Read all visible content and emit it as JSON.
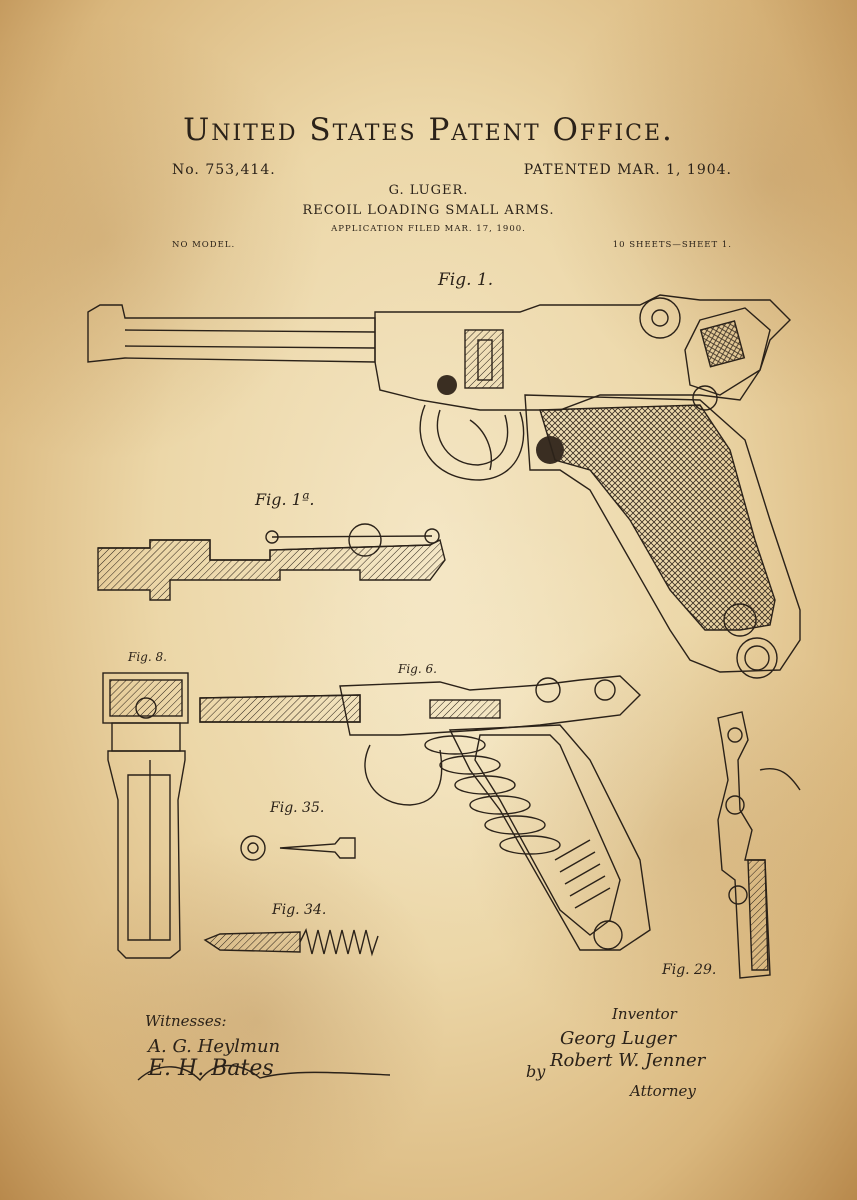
{
  "header": {
    "title": "United States Patent Office.",
    "patent_number": "No. 753,414.",
    "patent_date": "PATENTED MAR. 1, 1904.",
    "inventor": "G. LUGER.",
    "subject": "RECOIL LOADING SMALL ARMS.",
    "filed": "APPLICATION FILED MAR. 17, 1900.",
    "model_note": "NO MODEL.",
    "sheet_info": "10 SHEETS—SHEET 1."
  },
  "figures": {
    "fig1": "Fig. 1.",
    "fig1a": "Fig. 1ª.",
    "fig8": "Fig. 8.",
    "fig6": "Fig. 6.",
    "fig35": "Fig. 35.",
    "fig34": "Fig. 34.",
    "fig29": "Fig. 29."
  },
  "signatures": {
    "witnesses_label": "Witnesses:",
    "witness_1": "A. G. Heylmun",
    "witness_2": "E. H. Bates",
    "inventor_label": "Inventor",
    "inventor_name": "Georg Luger",
    "by": "by",
    "attorney_name": "Robert W. Jenner",
    "attorney_label": "Attorney"
  }
}
